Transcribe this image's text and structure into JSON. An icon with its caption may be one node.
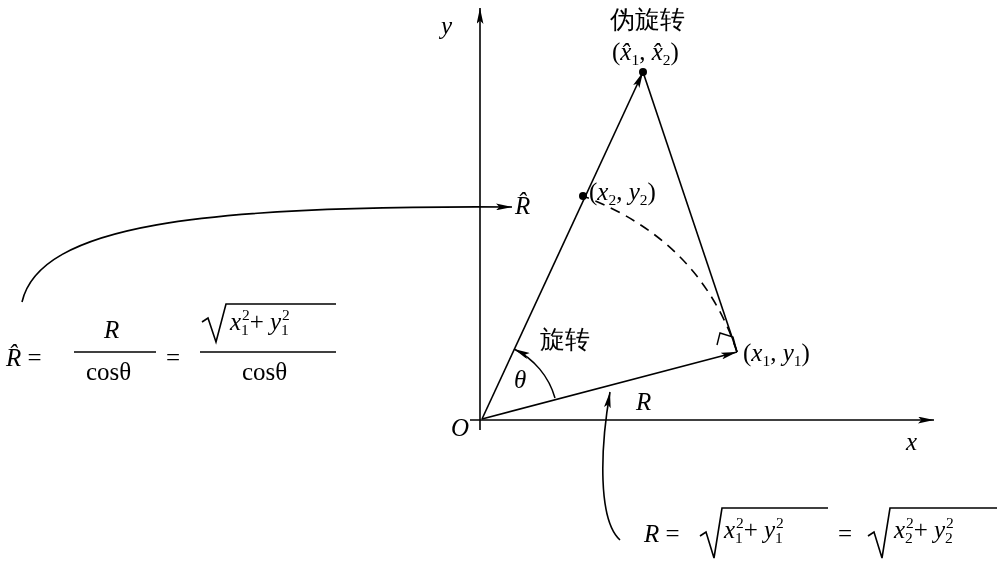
{
  "diagram": {
    "nodes": [
      {
        "text": [
          "*O*"
        ]
      },
      {
        "text": [
          "(*x*$_{1}$, *y*$_{1}$)"
        ]
      },
      {
        "text": [
          "(*x*$_{2}$, *y*$_{2}$)"
        ]
      },
      {
        "text": [
          "伪旋转",
          "(*x̂*$_{1}$, *x̂*$_{2}$)"
        ]
      },
      {
        "text": [
          "*R̂*"
        ]
      },
      {
        "text": [
          "*R̂* =",
          "*R*",
          "cosθ",
          "=",
          "*x*$_{1}$$^{2}$+ *y*$_{1}$$^{2}$",
          "cosθ"
        ]
      },
      {
        "text": [
          "*R* =",
          "*x*$_{1}$$^{2}$+ *y*$_{1}$$^{2}$",
          "=",
          "*x*$_{2}$$^{2}$+ *y*$_{2}$$^{2}$"
        ]
      }
    ],
    "edges": [
      {
        "from": 0,
        "to": 1,
        "arrow": "to"
      },
      {
        "from": 0,
        "to": 3,
        "arrow": "to"
      },
      {
        "from": 1,
        "to": 3,
        "arrow": "none"
      },
      {
        "from": 1,
        "to": 2,
        "arrow": "none",
        "style": "dashed"
      },
      {
        "from": 5,
        "to": 4,
        "arrow": "to"
      },
      {
        "from": 6,
        "to": null,
        "arrow": "to"
      }
    ],
    "labels": [
      "*y*",
      "*x*",
      "旋转",
      "*θ*",
      "*R*"
    ]
  }
}
